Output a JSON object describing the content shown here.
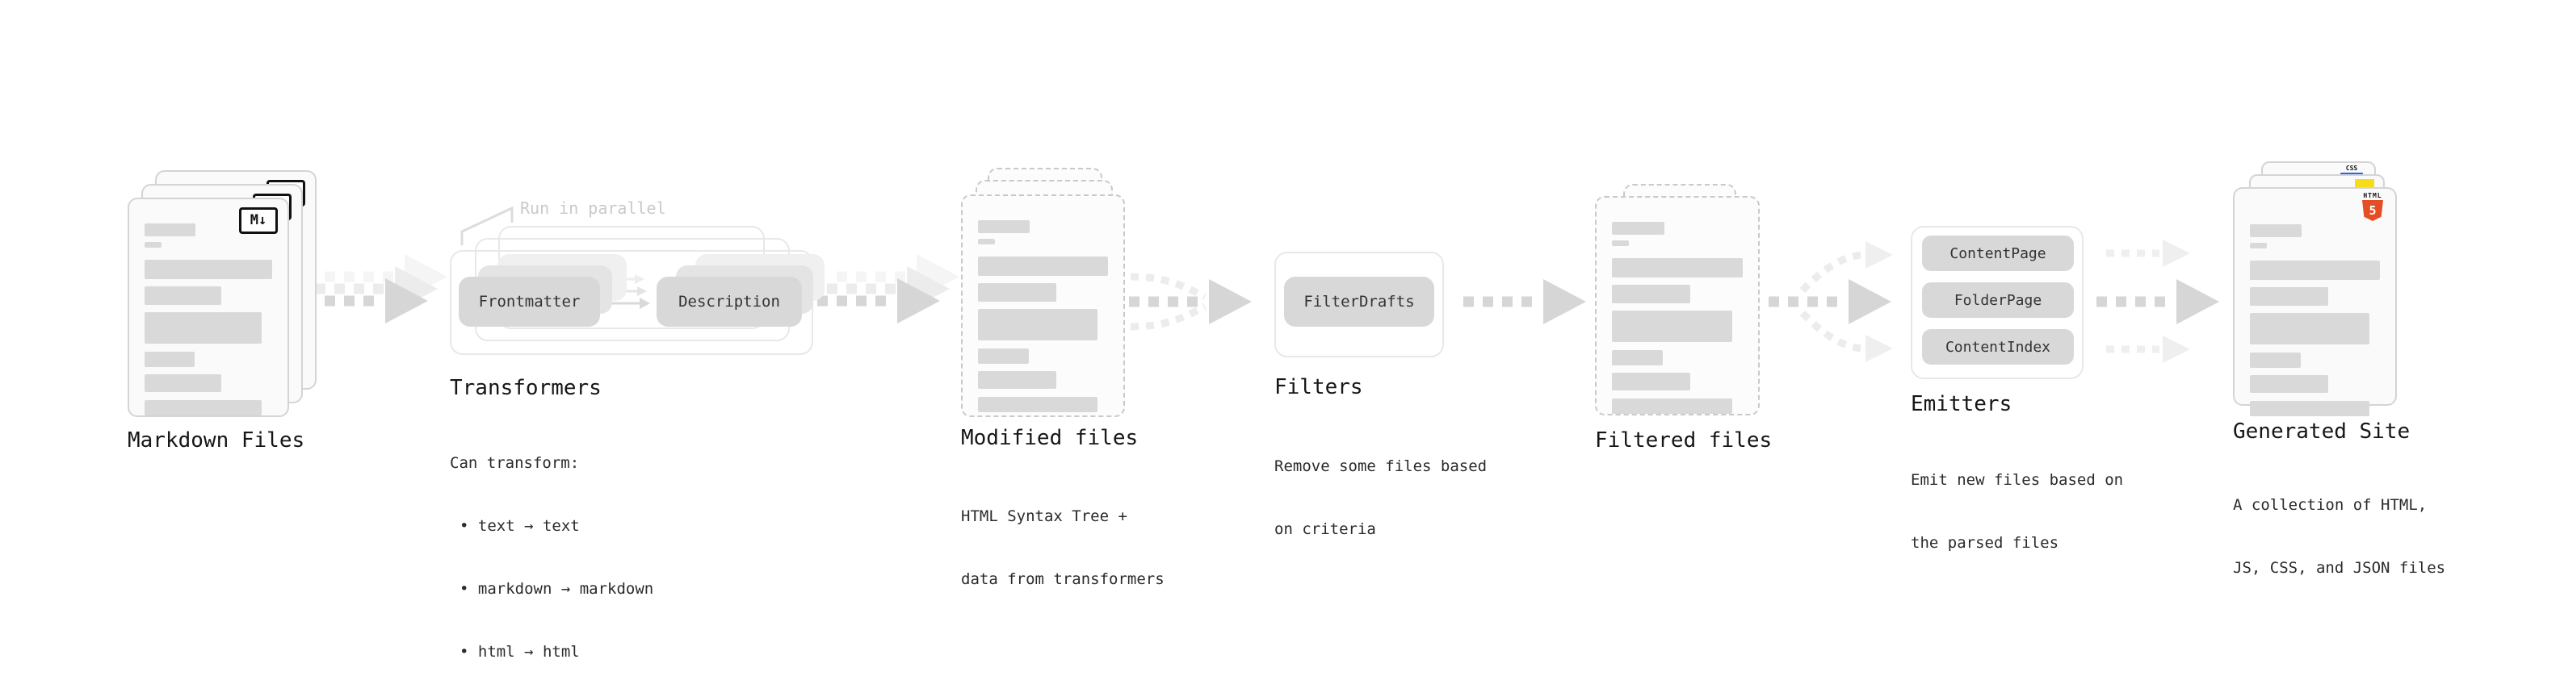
{
  "diagram": {
    "markdown": {
      "title": "Markdown Files",
      "badge": "M↓"
    },
    "transformers": {
      "title": "Transformers",
      "annotation": "Run in parallel",
      "pill_a": "Frontmatter",
      "pill_b": "Description",
      "desc": [
        "Can transform:",
        "• text → text",
        "• markdown → markdown",
        "• html → html"
      ]
    },
    "modified": {
      "title": "Modified files",
      "desc": [
        "HTML Syntax Tree +",
        "data from transformers"
      ]
    },
    "filters": {
      "title": "Filters",
      "pill": "FilterDrafts",
      "desc": [
        "Remove some files based",
        "on criteria"
      ]
    },
    "filtered": {
      "title": "Filtered files"
    },
    "emitters": {
      "title": "Emitters",
      "pills": [
        "ContentPage",
        "FolderPage",
        "ContentIndex"
      ],
      "desc": [
        "Emit new files based on",
        "the parsed files"
      ]
    },
    "generated": {
      "title": "Generated Site",
      "badges": {
        "css": "CSS",
        "html": "HTML",
        "five": "5"
      },
      "desc": [
        "A collection of HTML,",
        "JS, CSS, and JSON files"
      ]
    }
  },
  "colors": {
    "html5_orange": "#e44d26",
    "js_yellow": "#f5de19",
    "css_blue": "#2965f1",
    "ink": "#161616",
    "body_text": "#2b2b2b",
    "muted_label": "#c9c9c9",
    "skeleton_bar": "#d9d9d9",
    "pill_bg": "#d8d8d8",
    "card_bg": "#fafafa",
    "card_border": "#d4d4d4",
    "dashed_border": "#c9c9c9",
    "box_border": "#e8e8e8",
    "arrow_dark": "#d6d6d6",
    "arrow_mid": "#ececec",
    "arrow_faint": "#f5f5f5",
    "arrow_light": "#efefef"
  }
}
